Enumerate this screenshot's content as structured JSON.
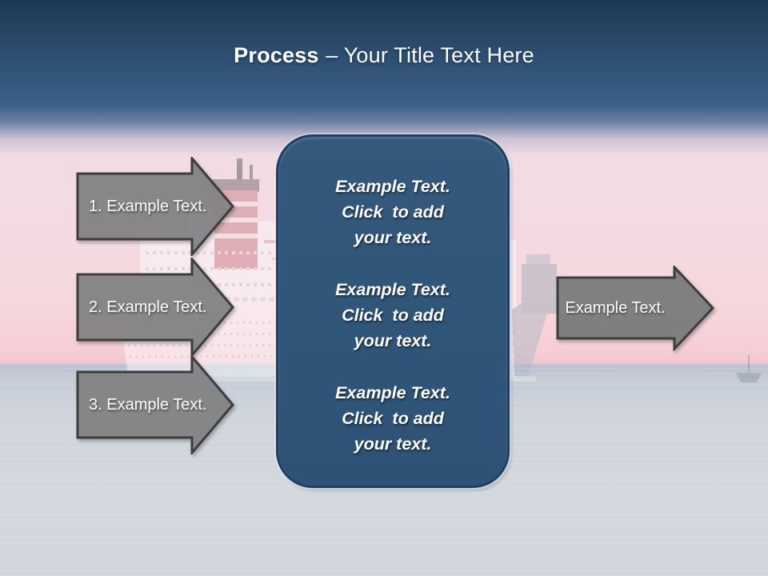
{
  "title": {
    "emphasis": "Process",
    "rest": "– Your Title Text Here"
  },
  "left_arrows": [
    {
      "label": "1. Example Text."
    },
    {
      "label": "2. Example Text."
    },
    {
      "label": "3. Example Text."
    }
  ],
  "right_arrow": {
    "label": "Example Text."
  },
  "center_box": {
    "blocks": [
      {
        "lines": [
          "Example Text.",
          "Click  to add",
          "your text."
        ]
      },
      {
        "lines": [
          "Example Text.",
          "Click  to add",
          "your text."
        ]
      },
      {
        "lines": [
          "Example Text.",
          "Click  to add",
          "your text."
        ]
      }
    ]
  },
  "images": {
    "background": "cruise-ship-at-sea-photo"
  },
  "colors": {
    "header_navy": "#1E3853",
    "box_fill": "#30567A",
    "box_border": "#1F4062",
    "arrow_fill": "#838383",
    "arrow_border": "#3E3E3E",
    "title_text": "#FFFFFF",
    "body_text": "#FFFFFF",
    "sky_pink": "#F4DBE1",
    "sea_gray": "#D3D8DE"
  }
}
